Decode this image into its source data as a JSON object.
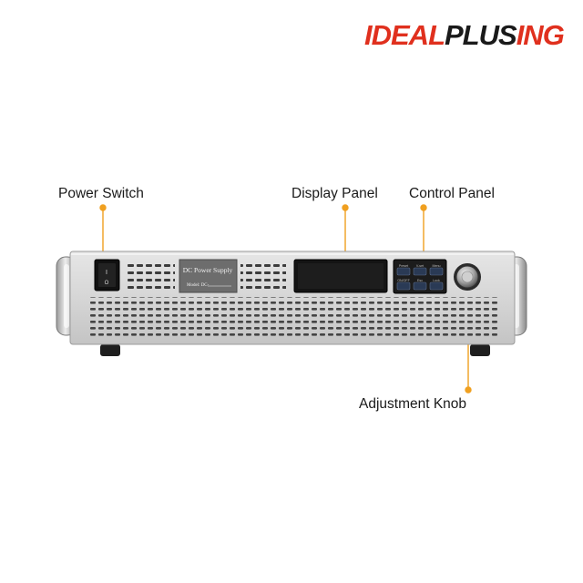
{
  "brand": {
    "logo_part1": "IDEAL",
    "logo_part2": "PLUS",
    "logo_part3": "ING",
    "primary_color": "#e0301e",
    "secondary_color": "#1a1a1a"
  },
  "callouts": {
    "power_switch": "Power Switch",
    "display_panel": "Display Panel",
    "control_panel": "Control Panel",
    "adjustment_knob": "Adjustment Knob",
    "leader_color": "#f0a020"
  },
  "device": {
    "nameplate_title": "DC Power Supply",
    "nameplate_model": "Model: DC-",
    "buttons": [
      {
        "label": "Preset"
      },
      {
        "label": "V-set"
      },
      {
        "label": "Menu"
      },
      {
        "label": "ON/OFF"
      },
      {
        "label": "Esc"
      },
      {
        "label": "Lock"
      }
    ],
    "switch_on_mark": "I",
    "switch_off_mark": "O"
  }
}
